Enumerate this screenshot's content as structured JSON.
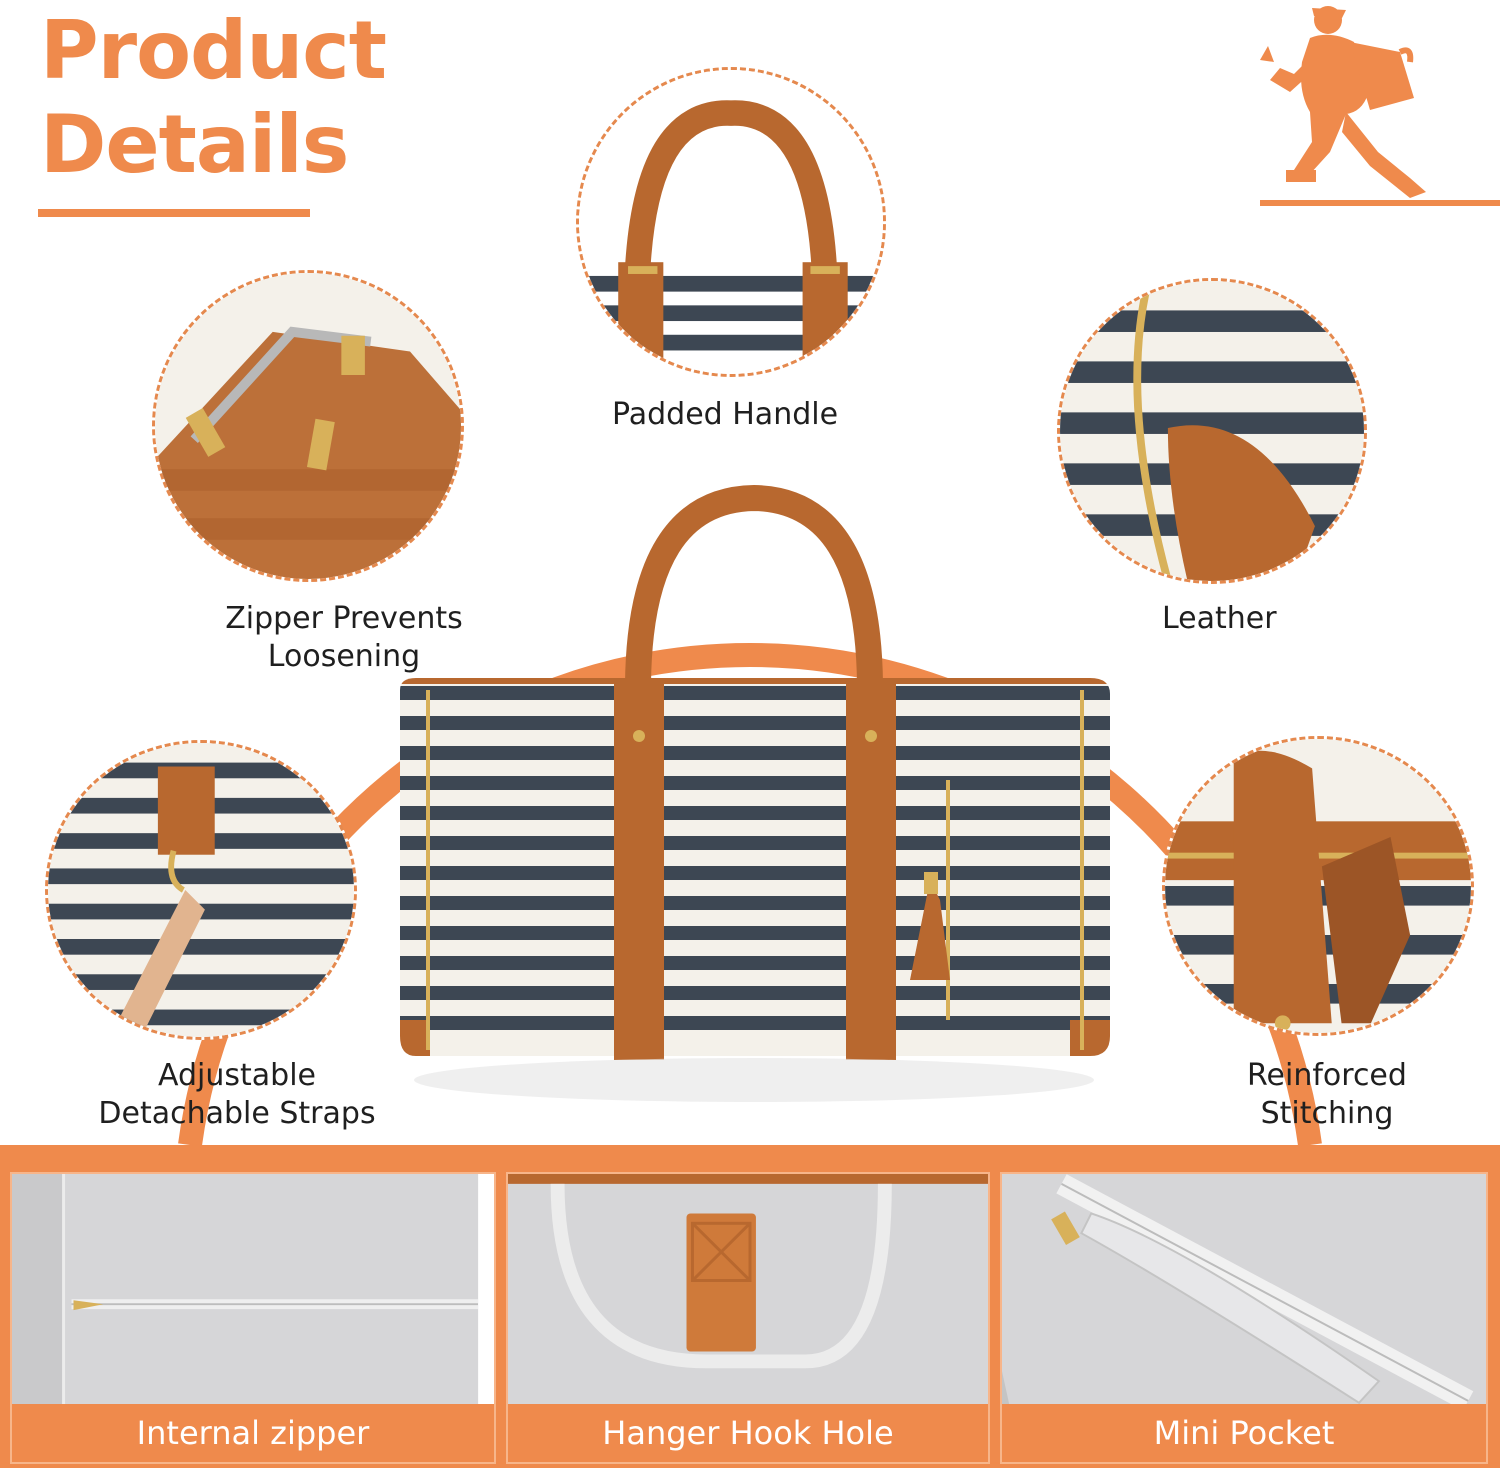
{
  "header": {
    "title_line1": "Product",
    "title_line2": "Details"
  },
  "brand": {
    "logo_icon": "hiker-silhouette-icon"
  },
  "features": {
    "padded_handle": "Padded Handle",
    "zipper_line1": "Zipper Prevents",
    "zipper_line2": "Loosening",
    "leather": "Leather",
    "straps_line1": "Adjustable",
    "straps_line2": "Detachable Straps",
    "stitching_line1": "Reinforced",
    "stitching_line2": "Stitching"
  },
  "interior": {
    "panel1": "Internal zipper",
    "panel2": "Hanger Hook Hole",
    "panel3": "Mini Pocket"
  },
  "colors": {
    "accent": "#ef8a4c",
    "leather": "#b8682f",
    "stripe_navy": "#3d4753",
    "stripe_cream": "#f4f1ea",
    "lining": "#d9d9db"
  }
}
